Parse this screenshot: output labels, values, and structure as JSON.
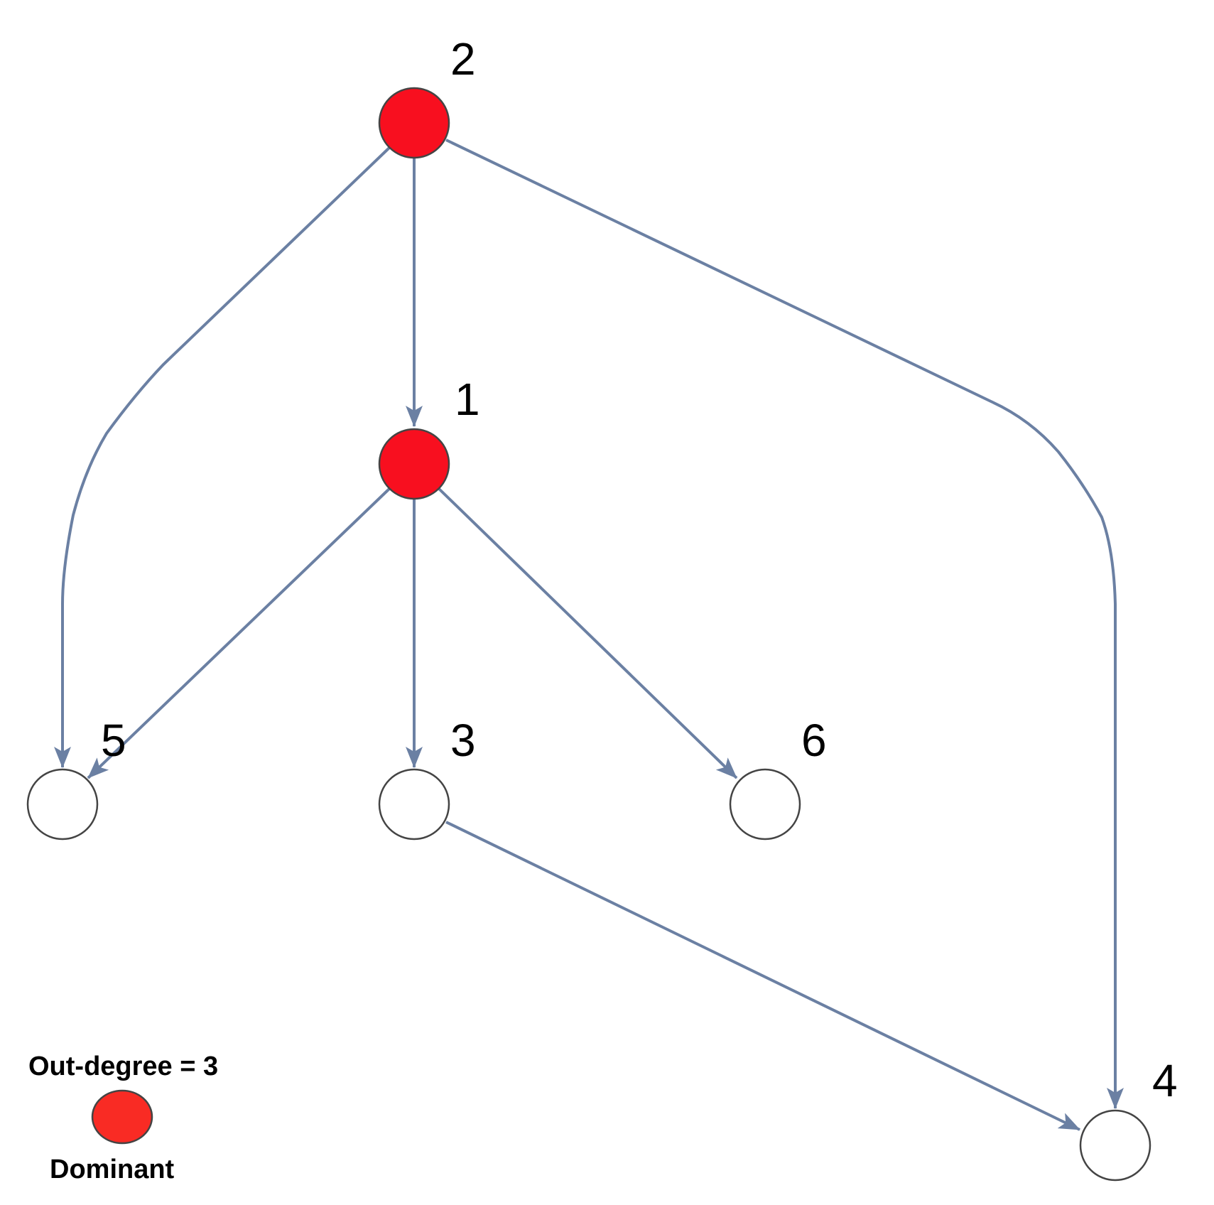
{
  "colors": {
    "edge": "#6b80a3",
    "dominant_fill": "#f80f1f",
    "legend_fill": "#f92b24",
    "node_fill": "#ffffff",
    "node_stroke": "#444444"
  },
  "nodes": [
    {
      "id": "2",
      "label": "2",
      "dominant": true
    },
    {
      "id": "1",
      "label": "1",
      "dominant": true
    },
    {
      "id": "5",
      "label": "5",
      "dominant": false
    },
    {
      "id": "3",
      "label": "3",
      "dominant": false
    },
    {
      "id": "6",
      "label": "6",
      "dominant": false
    },
    {
      "id": "4",
      "label": "4",
      "dominant": false
    }
  ],
  "edges": [
    {
      "from": "2",
      "to": "1"
    },
    {
      "from": "2",
      "to": "5"
    },
    {
      "from": "2",
      "to": "4"
    },
    {
      "from": "1",
      "to": "5"
    },
    {
      "from": "1",
      "to": "3"
    },
    {
      "from": "1",
      "to": "6"
    },
    {
      "from": "3",
      "to": "4"
    }
  ],
  "legend": {
    "title": "Out-degree = 3",
    "caption": "Dominant"
  }
}
